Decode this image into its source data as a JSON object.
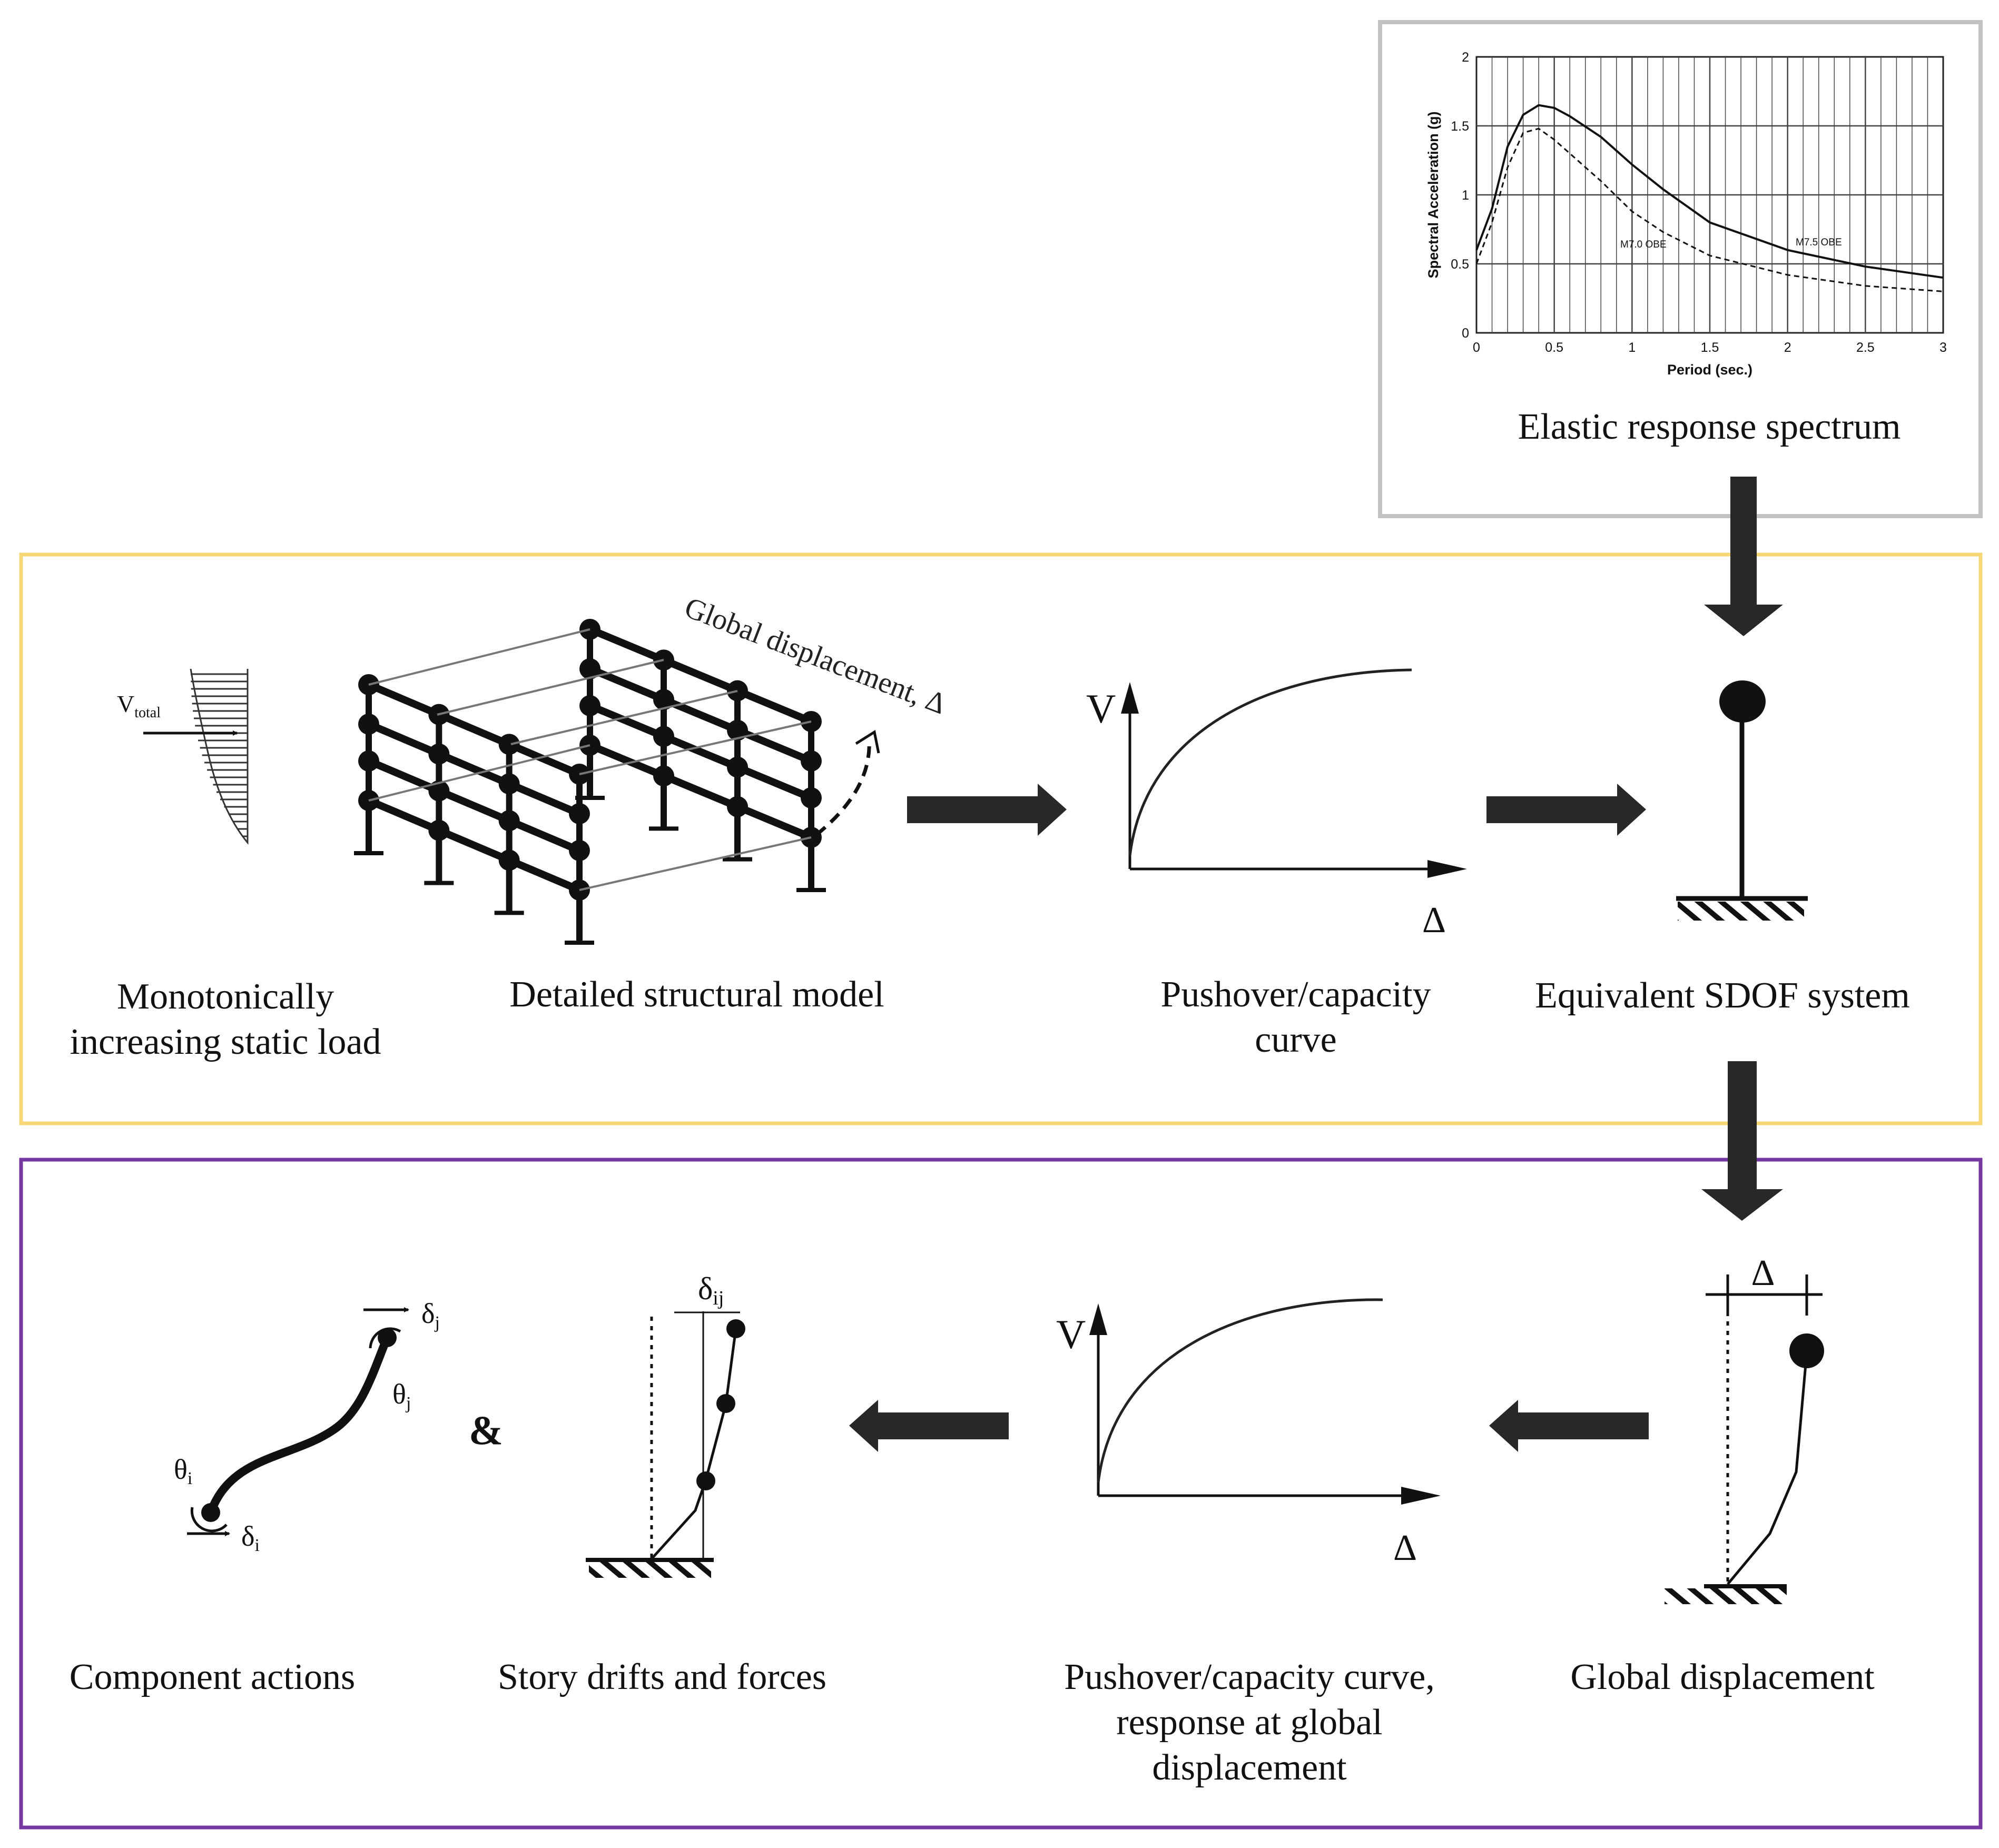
{
  "spectrum": {
    "caption": "Elastic response spectrum",
    "chart_data": {
      "type": "line",
      "xlabel": "Period (sec.)",
      "ylabel": "Spectral Acceleration (g)",
      "xlim": [
        0,
        3
      ],
      "ylim": [
        0,
        2
      ],
      "xticks": [
        "0",
        "0.5",
        "1",
        "1.5",
        "2",
        "2.5",
        "3"
      ],
      "yticks": [
        "0",
        "0.5",
        "1",
        "1.5",
        "2"
      ],
      "grid": true,
      "series": [
        {
          "name": "M7.5 OBE",
          "style": "solid",
          "x": [
            0,
            0.1,
            0.2,
            0.3,
            0.4,
            0.5,
            0.6,
            0.8,
            1.0,
            1.2,
            1.5,
            2.0,
            2.5,
            3.0
          ],
          "y": [
            0.6,
            0.9,
            1.35,
            1.58,
            1.65,
            1.63,
            1.57,
            1.42,
            1.22,
            1.04,
            0.8,
            0.6,
            0.48,
            0.4
          ]
        },
        {
          "name": "M7.0 OBE",
          "style": "dashed",
          "x": [
            0,
            0.1,
            0.2,
            0.3,
            0.4,
            0.5,
            0.6,
            0.8,
            1.0,
            1.2,
            1.5,
            2.0,
            2.5,
            3.0
          ],
          "y": [
            0.5,
            0.8,
            1.2,
            1.45,
            1.48,
            1.4,
            1.3,
            1.1,
            0.88,
            0.73,
            0.56,
            0.42,
            0.34,
            0.3
          ]
        }
      ]
    }
  },
  "middle": {
    "vtotal": "V",
    "vtotal_sub": "total",
    "global_disp": "Global displacement, Δ",
    "curve_v": "V",
    "curve_delta": "Δ",
    "captions": {
      "load": [
        "Monotonically",
        "increasing static load"
      ],
      "model": "Detailed structural model",
      "pushover": [
        "Pushover/capacity",
        "curve"
      ],
      "sdof": "Equivalent SDOF system"
    }
  },
  "bottom": {
    "delta": "Δ",
    "curve_v": "V",
    "curve_delta": "Δ",
    "delta_ij": "δ",
    "delta_ij_sub": "ij",
    "ampersand": "&",
    "theta_i": "θ",
    "theta_i_sub": "i",
    "delta_i": "δ",
    "delta_i_sub": "i",
    "theta_j": "θ",
    "theta_j_sub": "j",
    "delta_j": "δ",
    "delta_j_sub": "j",
    "captions": {
      "component": "Component actions",
      "story": "Story drifts and forces",
      "pushover": [
        "Pushover/capacity curve,",
        "response at global",
        "displacement"
      ],
      "global": "Global displacement"
    }
  },
  "colors": {
    "spectrum_box": "#c2c2c2",
    "middle_box": "#f6d675",
    "bottom_box": "#7537a2",
    "arrow": "#282828"
  }
}
